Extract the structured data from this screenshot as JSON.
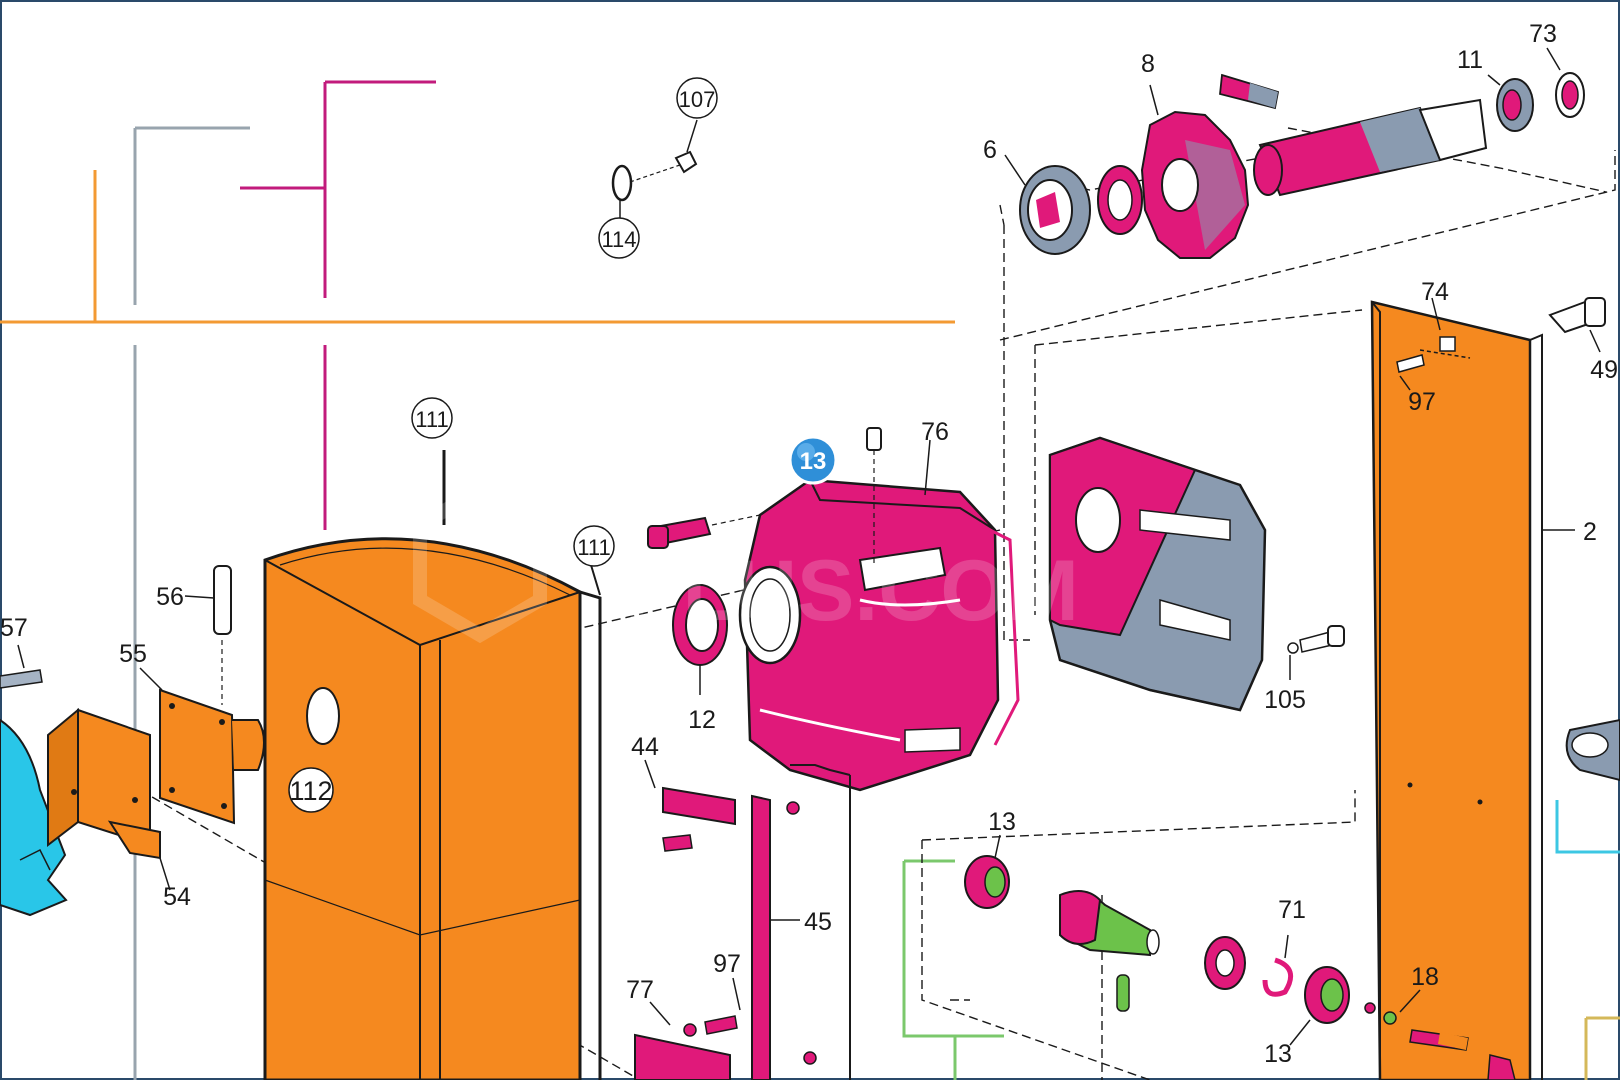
{
  "colors": {
    "orange": "#F5891F",
    "magenta": "#E0197A",
    "steel": "#8A9BB0",
    "green": "#6CC24A",
    "cyan": "#29C6E8",
    "teal_badge": "#2F8FD8",
    "line": "#1a1a1a",
    "group_orange": "#F39A33",
    "group_magenta": "#C21B7C",
    "group_gray": "#98A4AE",
    "group_green": "#7BC86C",
    "group_cyan": "#3CC7E3",
    "group_yellow": "#D4B85A"
  },
  "badge": {
    "label": "13"
  },
  "watermark": {
    "text": "PLUS.COM"
  },
  "labels": {
    "p107": "107",
    "p114": "114",
    "p111a": "111",
    "p111b": "111",
    "p112": "112",
    "p6": "6",
    "p8": "8",
    "p11": "11",
    "p73": "73",
    "p74": "74",
    "p97a": "97",
    "p49": "49",
    "p76": "76",
    "p2": "2",
    "p12": "12",
    "p105": "105",
    "p56": "56",
    "p55": "55",
    "p54": "54",
    "p57": "57",
    "p44": "44",
    "p45": "45",
    "p97b": "97",
    "p77": "77",
    "p13a": "13",
    "p13b": "13",
    "p71": "71",
    "p18": "18"
  }
}
